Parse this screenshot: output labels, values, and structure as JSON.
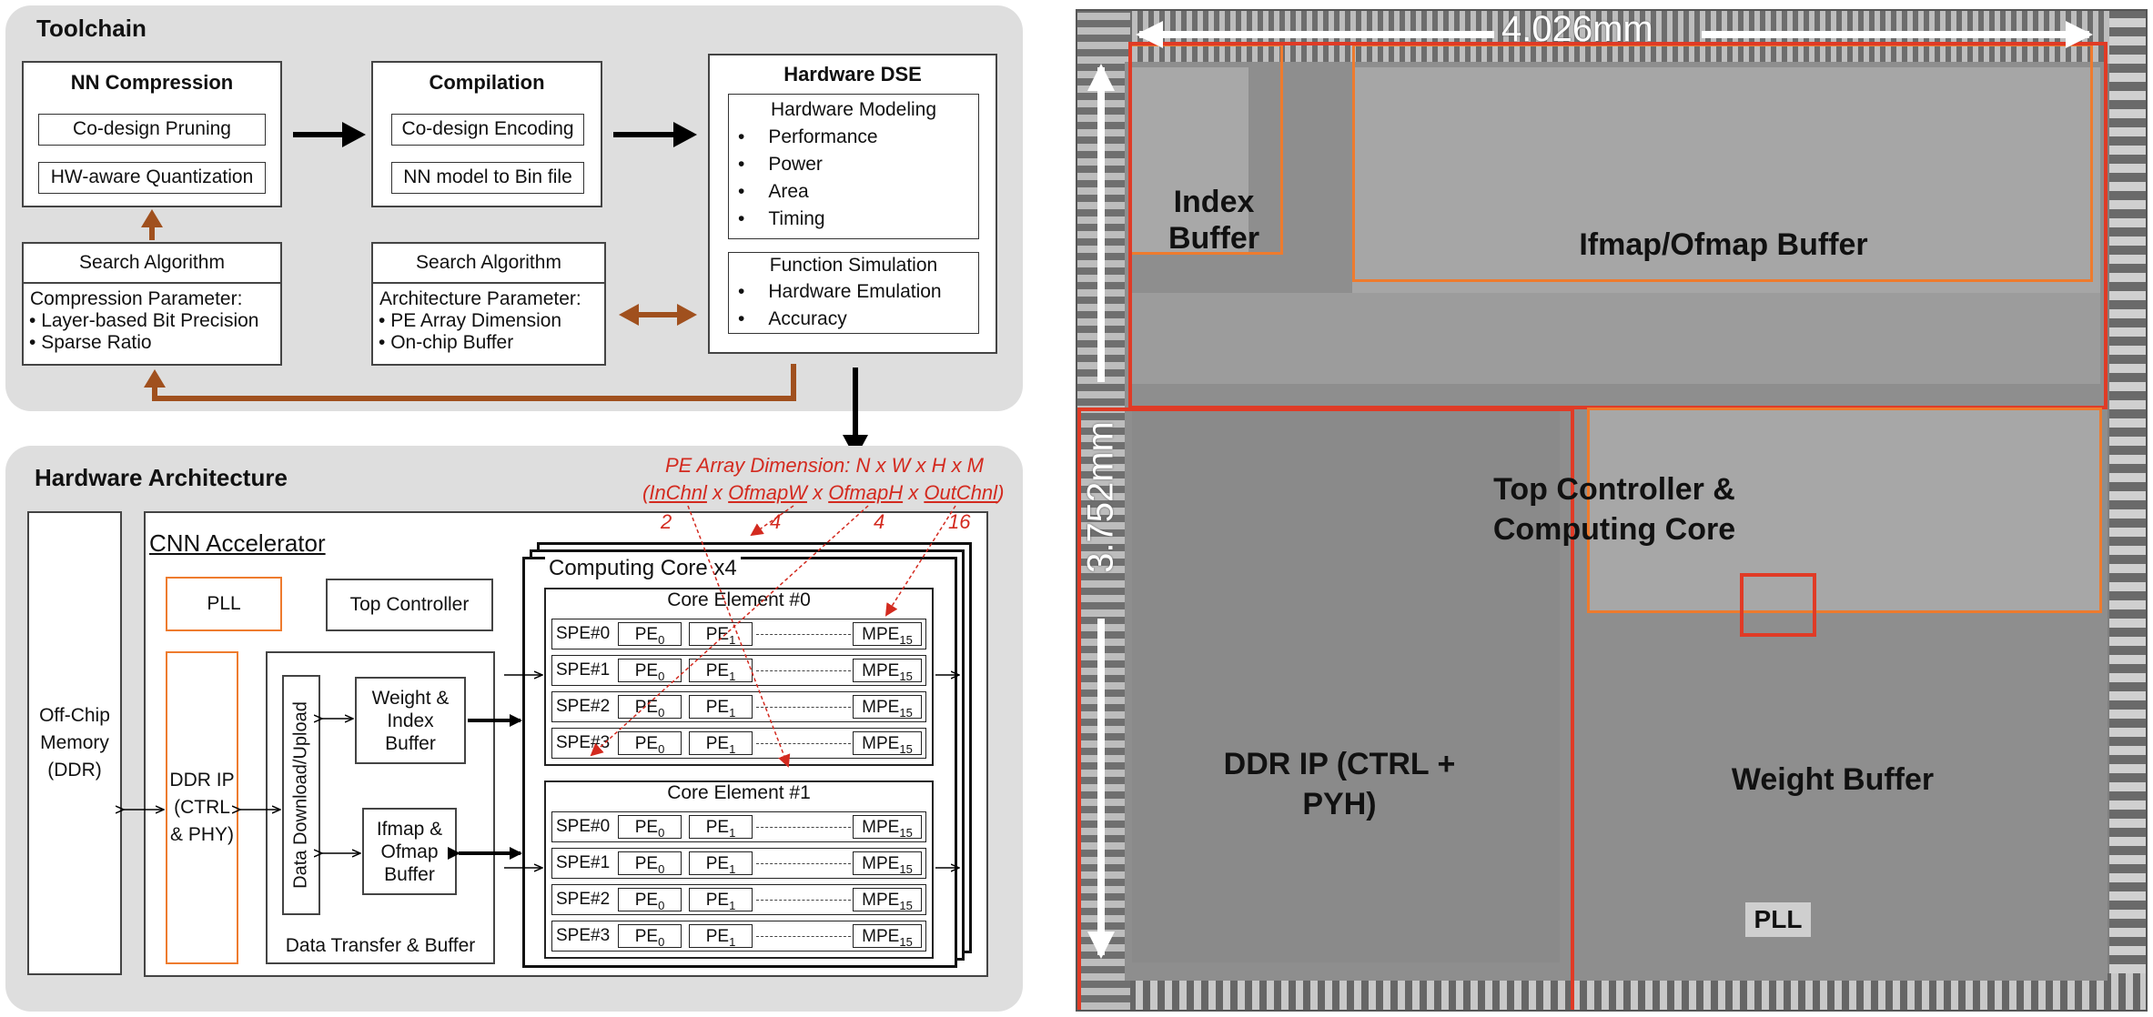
{
  "toolchain": {
    "title": "Toolchain",
    "nn_compression": {
      "title": "NN Compression",
      "items": [
        "Co-design Pruning",
        "HW-aware Quantization"
      ]
    },
    "compilation": {
      "title": "Compilation",
      "items": [
        "Co-design Encoding",
        "NN model to Bin file"
      ]
    },
    "hardware_dse": {
      "title": "Hardware DSE",
      "modeling": {
        "title": "Hardware Modeling",
        "items": [
          "Performance",
          "Power",
          "Area",
          "Timing"
        ]
      },
      "simulation": {
        "title": "Function Simulation",
        "items": [
          "Hardware Emulation",
          "Accuracy"
        ]
      }
    },
    "search1": {
      "title": "Search Algorithm",
      "param_title": "Compression Parameter:",
      "items": [
        "Layer-based Bit Precision",
        "Sparse Ratio"
      ]
    },
    "search2": {
      "title": "Search Algorithm",
      "param_title": "Architecture Parameter:",
      "items": [
        "PE Array Dimension",
        "On-chip Buffer"
      ]
    },
    "bullet": "•"
  },
  "hw_arch": {
    "title": "Hardware Architecture",
    "offchip": "Off-Chip Memory (DDR)",
    "accelerator": "CNN Accelerator",
    "pll": "PLL",
    "top_controller": "Top Controller",
    "ddr_ip": "DDR IP (CTRL & PHY)",
    "data_download": "Data Download/Upload",
    "weight_buffer": "Weight & Index Buffer",
    "ifmap_buffer": "Ifmap & Ofmap Buffer",
    "data_transfer": "Data Transfer & Buffer",
    "computing_core": "Computing Core x4",
    "core_elements": [
      {
        "title": "Core Element #0",
        "rows": [
          "SPE#0",
          "SPE#1",
          "SPE#2",
          "SPE#3"
        ]
      },
      {
        "title": "Core Element #1",
        "rows": [
          "SPE#0",
          "SPE#1",
          "SPE#2",
          "SPE#3"
        ]
      }
    ],
    "pe0": {
      "base": "PE",
      "sub": "0"
    },
    "pe1": {
      "base": "PE",
      "sub": "1"
    },
    "mpe": {
      "base": "MPE",
      "sub": "15"
    },
    "pe_dim": {
      "line1": "PE Array Dimension: N x W x H x M",
      "open": "(",
      "inchnl": "InChnl",
      "ofmapw": "OfmapW",
      "ofmaph": "OfmapH",
      "outchnl": "OutChnl",
      "x": " x ",
      "close": ")",
      "v_inchnl": "2",
      "v_ofmapw": "4",
      "v_ofmaph": "4",
      "v_outchnl": "16"
    }
  },
  "die": {
    "width_label": "4.026mm",
    "height_label": "3.752mm",
    "index_buffer": "Index Buffer",
    "ifmap_buffer": "Ifmap/Ofmap Buffer",
    "top_controller": "Top Controller & Computing Core",
    "ddr_ip": "DDR IP (CTRL + PYH)",
    "weight_buffer": "Weight Buffer",
    "pll": "PLL"
  },
  "colors": {
    "brown_arrow": "#a0501e",
    "red_annotation": "#d32a1f",
    "orange_outline": "#ee7b2e",
    "red_outline": "#e03b26"
  }
}
